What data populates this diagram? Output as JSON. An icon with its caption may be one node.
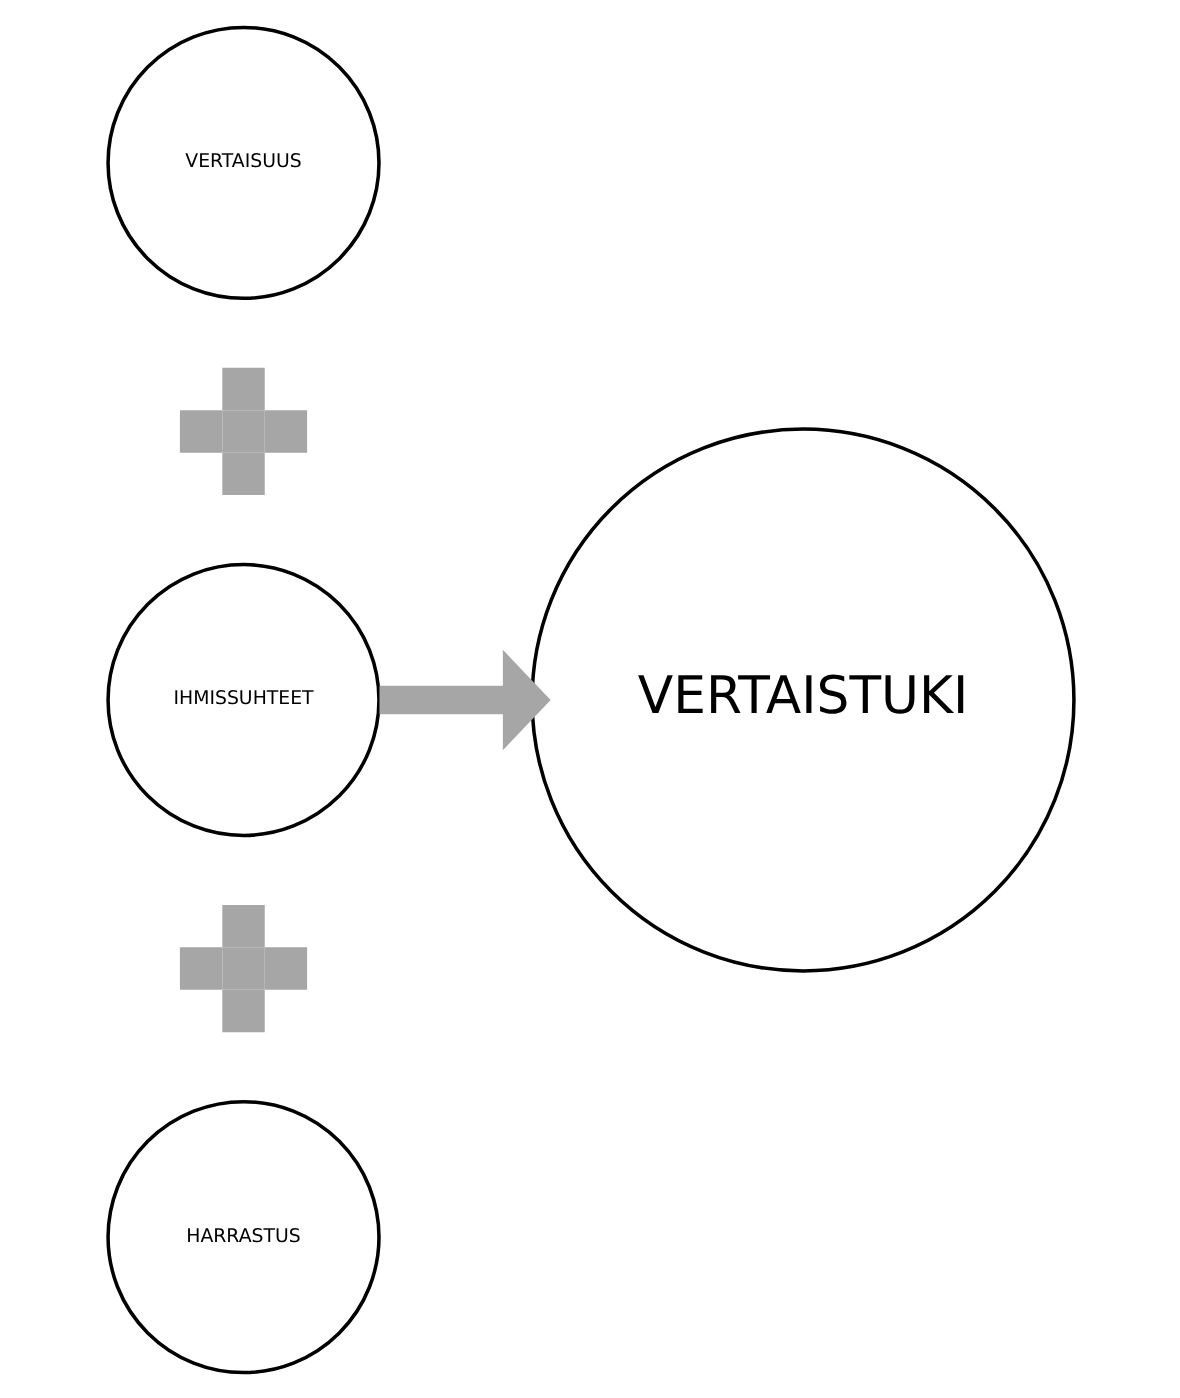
{
  "diagram": {
    "nodes": [
      {
        "text": [
          "VERTAISUUS"
        ]
      },
      {
        "text": [],
        "shape": "plus"
      },
      {
        "text": [
          "IHMISSUHTEET"
        ]
      },
      {
        "text": [],
        "shape": "plus"
      },
      {
        "text": [
          "HARRASTUS"
        ]
      },
      {
        "text": [
          "VERTAISTUKI"
        ]
      }
    ],
    "edges": [
      {
        "from": 2,
        "to": 5,
        "arrow": "to",
        "color": "#a6a6a6"
      }
    ]
  }
}
